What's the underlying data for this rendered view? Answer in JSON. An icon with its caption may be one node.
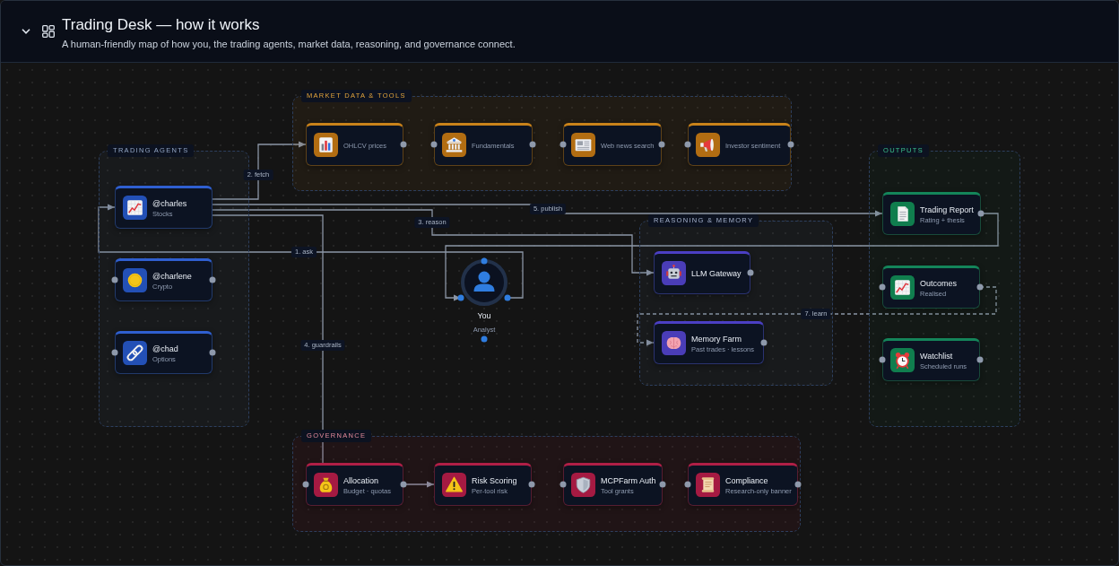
{
  "diagram": {
    "title": "Trading Desk — how it works",
    "nodes": [
      {
        "text": [
          "MARKET DATA & TOOLS"
        ]
      },
      {
        "text": [
          "OHLCV prices"
        ],
        "in": 0
      },
      {
        "text": [
          "Fundamentals"
        ],
        "in": 0
      },
      {
        "text": [
          "Web news search"
        ],
        "in": 0
      },
      {
        "text": [
          "Investor sentiment"
        ],
        "in": 0
      },
      {
        "text": [
          "TRADING AGENTS"
        ]
      },
      {
        "text": [
          "@charles",
          "Stocks"
        ],
        "in": 5
      },
      {
        "text": [
          "@charlene",
          "Crypto"
        ],
        "in": 5
      },
      {
        "text": [
          "@chad",
          "Options"
        ],
        "in": 5
      },
      {
        "text": [
          "You",
          "Analyst"
        ]
      },
      {
        "text": [
          "REASONING & MEMORY"
        ]
      },
      {
        "text": [
          "LLM Gateway"
        ],
        "in": 10
      },
      {
        "text": [
          "Memory Farm",
          "Past trades · lessons"
        ],
        "in": 10
      },
      {
        "text": [
          "OUTPUTS"
        ]
      },
      {
        "text": [
          "Trading Report",
          "Rating + thesis"
        ],
        "in": 13
      },
      {
        "text": [
          "Outcomes",
          "Realised"
        ],
        "in": 13
      },
      {
        "text": [
          "Watchlist",
          "Scheduled runs"
        ],
        "in": 13
      },
      {
        "text": [
          "GOVERNANCE"
        ]
      },
      {
        "text": [
          "Allocation",
          "Budget · quotas"
        ],
        "in": 17
      },
      {
        "text": [
          "Risk Scoring",
          "Per-tool risk"
        ],
        "in": 17
      },
      {
        "text": [
          "MCPFarm Auth",
          "Tool grants"
        ],
        "in": 17
      },
      {
        "text": [
          "Compliance",
          "Research-only banner"
        ],
        "in": 17
      }
    ],
    "edges": [
      {
        "from": 9,
        "to": 6,
        "arrow": "to",
        "label": "1. ask"
      },
      {
        "from": 6,
        "to": 1,
        "arrow": "to",
        "label": "2. fetch"
      },
      {
        "from": 6,
        "to": 11,
        "arrow": "to",
        "label": "3. reason"
      },
      {
        "from": 6,
        "to": 18,
        "arrow": "none",
        "label": "4. guardrails"
      },
      {
        "from": 6,
        "to": 14,
        "arrow": "to",
        "label": "5. publish"
      },
      {
        "from": 14,
        "to": 9,
        "arrow": "to"
      },
      {
        "from": 15,
        "to": 12,
        "arrow": "to",
        "label": "7. learn",
        "style": "dashed"
      },
      {
        "from": 18,
        "to": 19,
        "arrow": "to"
      }
    ],
    "labels": [
      "A human-friendly map of how you, the trading agents, market data, reasoning, and governance connect."
    ]
  }
}
